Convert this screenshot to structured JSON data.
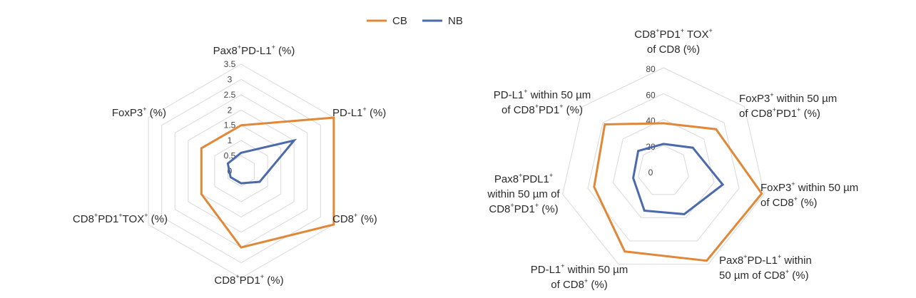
{
  "colors": {
    "cb": "#e08838",
    "nb": "#4a6aab",
    "grid": "#d9d9d9"
  },
  "legend": [
    {
      "name": "CB",
      "color": "#e08838"
    },
    {
      "name": "NB",
      "color": "#4a6aab"
    }
  ],
  "chart_data": [
    {
      "type": "radar",
      "axes": [
        [
          [
            "Pax8",
            "+"
          ],
          [
            "PD-L1",
            "+"
          ],
          [
            " (%)",
            ""
          ]
        ],
        [
          [
            "PD-L1",
            "+"
          ],
          [
            " (%)",
            ""
          ]
        ],
        [
          [
            "CD8",
            "+"
          ],
          [
            " (%)",
            ""
          ]
        ],
        [
          [
            "CD8",
            "+"
          ],
          [
            "PD1",
            "+"
          ],
          [
            " (%)",
            ""
          ]
        ],
        [
          [
            "CD8",
            "+"
          ],
          [
            "PD1",
            "+"
          ],
          [
            "TOX",
            "+"
          ],
          [
            " (%)",
            ""
          ]
        ],
        [
          [
            "FoxP3",
            "+"
          ],
          [
            " (%)",
            ""
          ]
        ]
      ],
      "ticks": [
        "0",
        "0.5",
        "1",
        "1.5",
        "2",
        "2.5",
        "3",
        "3.5"
      ],
      "rmax": 3.5,
      "series": [
        {
          "name": "CB",
          "values": [
            1.5,
            3.5,
            3.5,
            2.5,
            1.5,
            1.5
          ]
        },
        {
          "name": "NB",
          "values": [
            0.6,
            2.0,
            0.7,
            0.4,
            0.4,
            0.5
          ]
        }
      ]
    },
    {
      "type": "radar",
      "axes": [
        [
          [
            "CD8",
            "+"
          ],
          [
            "PD1",
            "+"
          ],
          [
            " TOX",
            "+"
          ],
          [
            "|of CD8 (%)",
            ""
          ]
        ],
        [
          [
            "FoxP3",
            "+"
          ],
          [
            " within 50 µm",
            ""
          ],
          [
            "|of CD8",
            "+"
          ],
          [
            "PD1",
            "+"
          ],
          [
            " (%)",
            ""
          ]
        ],
        [
          [
            "FoxP3",
            "+"
          ],
          [
            " within 50 µm",
            ""
          ],
          [
            "|of CD8",
            "+"
          ],
          [
            " (%)",
            ""
          ]
        ],
        [
          [
            "Pax8",
            "+"
          ],
          [
            "PD-L1",
            "+"
          ],
          [
            " within",
            ""
          ],
          [
            "|50 µm of CD8",
            "+"
          ],
          [
            " (%)",
            ""
          ]
        ],
        [
          [
            "PD-L1",
            "+"
          ],
          [
            " within 50 µm",
            ""
          ],
          [
            "|of CD8",
            "+"
          ],
          [
            " (%)",
            ""
          ]
        ],
        [
          [
            "Pax8",
            "+"
          ],
          [
            "PDL1",
            "+"
          ],
          [
            "|within 50 µm of",
            ""
          ],
          [
            "|CD8",
            "+"
          ],
          [
            "PD1",
            "+"
          ],
          [
            " (%)",
            ""
          ]
        ],
        [
          [
            "PD-L1",
            "+"
          ],
          [
            " within 50 µm",
            ""
          ],
          [
            "|of CD8",
            "+"
          ],
          [
            "PD1",
            "+"
          ],
          [
            " (%)",
            ""
          ]
        ]
      ],
      "ticks": [
        "0",
        "20",
        "40",
        "60",
        "80"
      ],
      "rmax": 80,
      "series": [
        {
          "name": "CB",
          "values": [
            37,
            52,
            78,
            77,
            69,
            55,
            58
          ]
        },
        {
          "name": "NB",
          "values": [
            21,
            29,
            47,
            37,
            34,
            24,
            25
          ]
        }
      ]
    }
  ]
}
